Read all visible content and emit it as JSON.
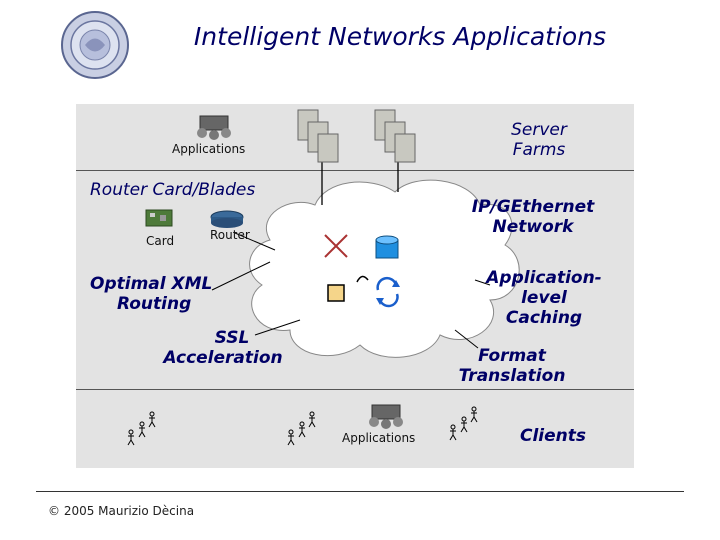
{
  "title": "Intelligent Networks Applications",
  "labels": {
    "applications_top": "Applications",
    "router_card_blades": "Router Card/Blades",
    "card": "Card",
    "router": "Router",
    "server_farms_line1": "Server",
    "server_farms_line2": "Farms",
    "ip_ethernet_line1": "IP/GEthernet",
    "ip_ethernet_line2": "Network",
    "optimal_xml_line1": "Optimal XML",
    "optimal_xml_line2": "Routing",
    "ssl_line1": "SSL",
    "ssl_line2": "Acceleration",
    "app_caching_line1": "Application-",
    "app_caching_line2": "level",
    "app_caching_line3": "Caching",
    "format_line1": "Format",
    "format_line2": "Translation",
    "applications_bottom": "Applications",
    "clients": "Clients"
  },
  "footer": "© 2005 Maurizio Dècina",
  "colors": {
    "title": "#000066",
    "panel": "#e3e3e3",
    "cloud": "#ffffff"
  },
  "icons": [
    "university-seal-icon",
    "server-icon",
    "applications-icon",
    "card-icon",
    "router-icon",
    "database-icon",
    "x-cross-icon",
    "clients-icon",
    "cycle-icon",
    "document-icon"
  ]
}
